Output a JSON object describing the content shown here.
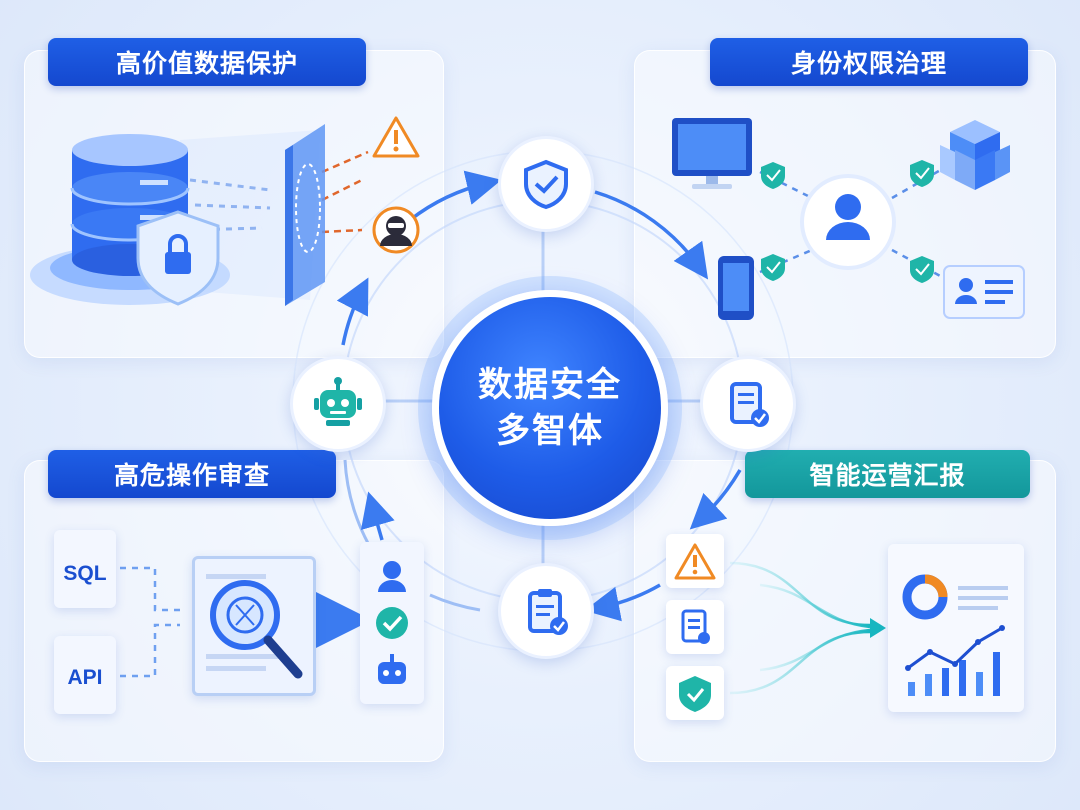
{
  "core": {
    "line1": "数据安全",
    "line2": "多智体"
  },
  "panels": {
    "top_left": {
      "title": "高价值数据保护"
    },
    "top_right": {
      "title": "身份权限治理"
    },
    "bottom_left": {
      "title": "高危操作审查",
      "docs": [
        "SQL",
        "API"
      ]
    },
    "bottom_right": {
      "title": "智能运营汇报"
    }
  },
  "colors": {
    "primary": "#1e5ce8",
    "teal": "#15a0a3",
    "warning": "#f08a24",
    "success": "#1fb5a8",
    "panel_bg": "#e8f0fd"
  },
  "icons": {
    "nodes": [
      "shield-check-icon",
      "report-check-icon",
      "clipboard-check-icon",
      "robot-icon"
    ],
    "top_left": [
      "database-icon",
      "lock-shield-icon",
      "firewall-icon",
      "warning-icon",
      "hacker-icon"
    ],
    "top_right": [
      "monitor-icon",
      "phone-icon",
      "user-icon",
      "cubes-icon",
      "id-card-icon"
    ],
    "bottom_left": [
      "sql-document-icon",
      "api-document-icon",
      "ai-scan-icon",
      "user-icon",
      "check-icon",
      "robot-icon"
    ],
    "bottom_right": [
      "warning-icon",
      "report-icon",
      "shield-check-icon",
      "dashboard-icon"
    ]
  }
}
